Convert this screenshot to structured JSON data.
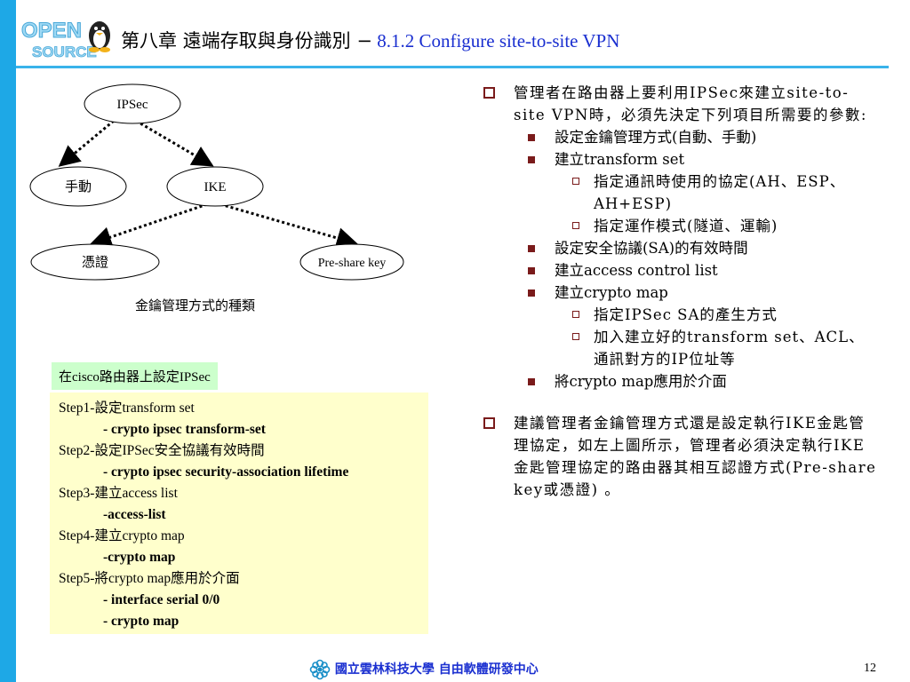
{
  "header": {
    "logo_text": "OPEN SOURCE",
    "title_zh": "第八章 遠端存取與身份識別 −",
    "title_en": " 8.1.2 Configure site-to-site VPN"
  },
  "diagram": {
    "nodes": {
      "ipsec": "IPSec",
      "manual": "手動",
      "ike": "IKE",
      "cert": "憑證",
      "psk": "Pre-share key"
    },
    "caption": "金鑰管理方式的種類"
  },
  "cisco": {
    "tag": "在cisco路由器上設定IPSec",
    "steps": [
      {
        "label": "Step1-設定transform set",
        "cmds": [
          "- crypto ipsec transform-set"
        ]
      },
      {
        "label": "Step2-設定IPSec安全協議有效時間",
        "cmds": [
          "- crypto ipsec security-association lifetime"
        ]
      },
      {
        "label": "Step3-建立access list",
        "cmds": [
          "-access-list"
        ]
      },
      {
        "label": "Step4-建立crypto map",
        "cmds": [
          "-crypto map"
        ]
      },
      {
        "label": "Step5-將crypto map應用於介面",
        "cmds": [
          "- interface serial 0/0",
          "- crypto map"
        ]
      }
    ]
  },
  "bullets": {
    "p1": "管理者在路由器上要利用IPSec來建立site-to-site VPN時，必須先決定下列項目所需要的參數:",
    "p1_items": {
      "a": "設定金鑰管理方式(自動、手動)",
      "b": "建立transform set",
      "b1": "指定通訊時使用的協定(AH、ESP、AH+ESP)",
      "b2": "指定運作模式(隧道、運輸)",
      "c": "設定安全協議(SA)的有效時間",
      "d": "建立access control list",
      "e": "建立crypto map",
      "e1": "指定IPSec SA的產生方式",
      "e2": "加入建立好的transform set、ACL、通訊對方的IP位址等",
      "f": "將crypto map應用於介面"
    },
    "p2": "建議管理者金鑰管理方式還是設定執行IKE金匙管理協定，如左上圖所示，管理者必須決定執行IKE金匙管理協定的路由器其相互認證方式(Pre-share key或憑證) 。"
  },
  "footer": {
    "org": "國立雲林科技大學 自由軟體研發中心",
    "page": "12"
  },
  "colors": {
    "accent": "#1ea8e6",
    "title_en": "#1a2fd0",
    "bullet": "#7a1b1b",
    "tag_bg": "#ccffcc",
    "steps_bg": "#ffffcc"
  }
}
